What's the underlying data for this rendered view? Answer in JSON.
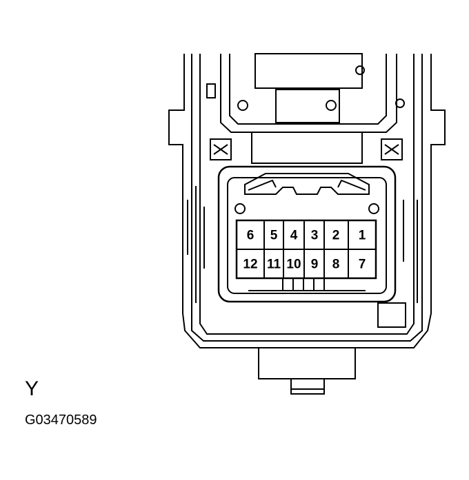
{
  "connector": {
    "pins_top": [
      "6",
      "5",
      "4",
      "3",
      "2",
      "1"
    ],
    "pins_bottom": [
      "12",
      "11",
      "10",
      "9",
      "8",
      "7"
    ]
  },
  "view_label": "Y",
  "figure_code": "G03470589"
}
